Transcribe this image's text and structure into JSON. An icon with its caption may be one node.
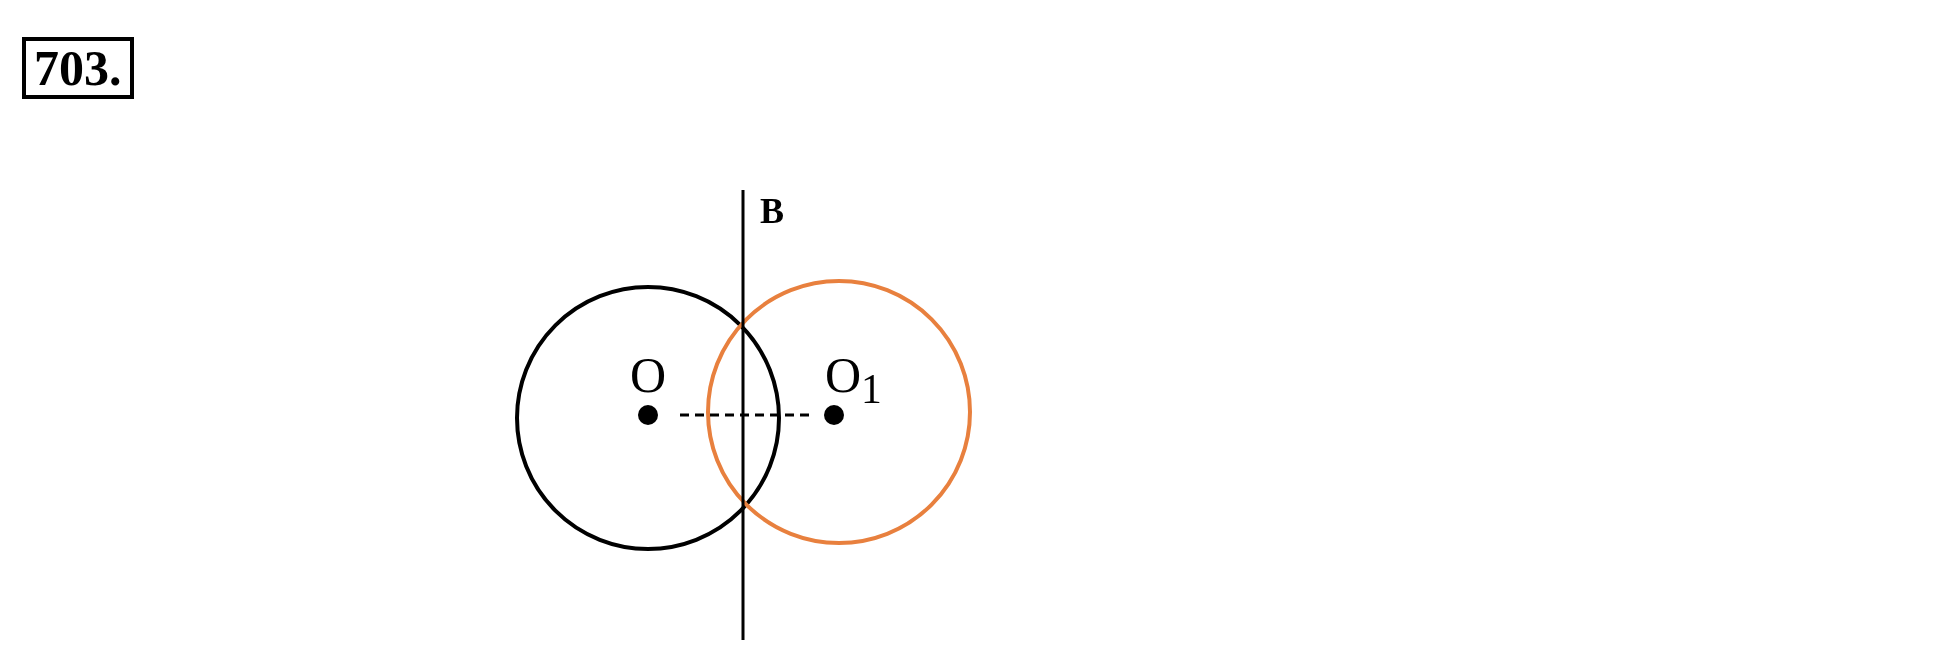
{
  "diagram": {
    "nodes": [
      {
        "text": [
          "O"
        ]
      },
      {
        "text": [
          "O$_{1}$"
        ]
      }
    ],
    "edges": [
      {
        "from": 0,
        "to": 1,
        "arrow": "none",
        "style": "dashed"
      }
    ],
    "labels": [
      "703.",
      "B"
    ]
  }
}
